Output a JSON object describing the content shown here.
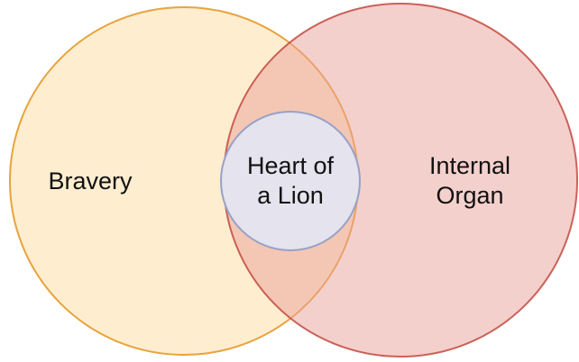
{
  "diagram": {
    "type": "venn",
    "left_set": {
      "label": "Bravery",
      "fill": "#ffedd0",
      "stroke": "#e8a33d"
    },
    "right_set": {
      "label_line1": "Internal",
      "label_line2": "Organ",
      "fill": "#e9a29a",
      "stroke": "#c24a3f"
    },
    "intersection": {
      "label_line1": "Heart of",
      "label_line2": "a Lion",
      "fill": "#e4e3ee",
      "stroke": "#98a1c7"
    },
    "text_color": "#111111",
    "background_color": "#ffffff"
  }
}
